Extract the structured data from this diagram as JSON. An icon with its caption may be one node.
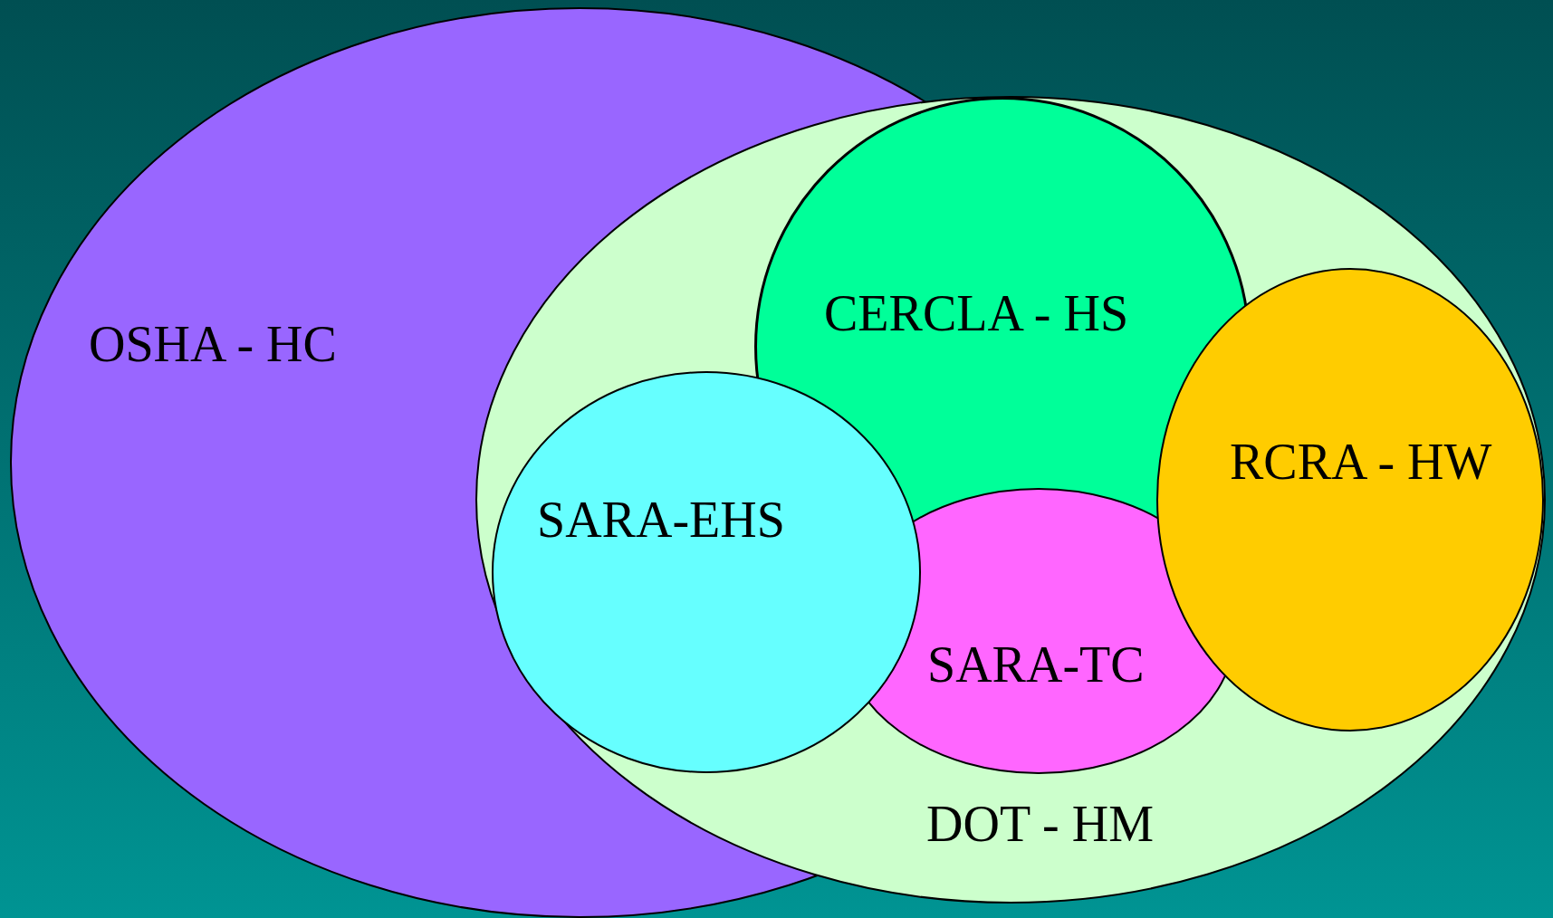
{
  "diagram": {
    "nodes": [
      {
        "text": [
          "OSHA - HC"
        ]
      },
      {
        "text": [
          "DOT - HM"
        ]
      },
      {
        "text": [
          "CERCLA - HS"
        ],
        "in": 1
      },
      {
        "text": [
          "SARA-EHS"
        ]
      },
      {
        "text": [
          "RCRA - HW"
        ],
        "in": 1
      },
      {
        "text": [
          "SARA-TC"
        ],
        "in": 1
      }
    ]
  }
}
